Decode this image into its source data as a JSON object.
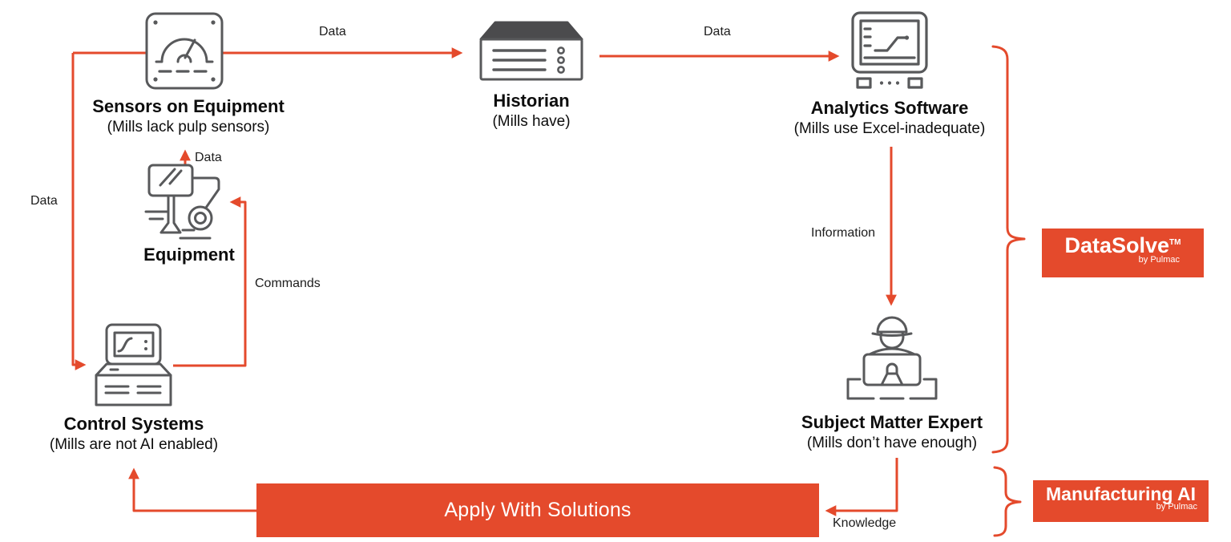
{
  "diagram": {
    "nodes": {
      "sensors": {
        "title": "Sensors on Equipment",
        "subtitle": "(Mills lack pulp sensors)"
      },
      "historian": {
        "title": "Historian",
        "subtitle": "(Mills have)"
      },
      "analytics": {
        "title": "Analytics Software",
        "subtitle": "(Mills use Excel-inadequate)"
      },
      "equipment": {
        "title": "Equipment"
      },
      "control": {
        "title": "Control Systems",
        "subtitle": "(Mills are not AI enabled)"
      },
      "sme": {
        "title": "Subject Matter Expert",
        "subtitle": "(Mills don’t have enough)"
      }
    },
    "edges": {
      "sensors_to_historian": "Data",
      "historian_to_analytics": "Data",
      "sensors_to_control": "Data",
      "equipment_to_sensors": "Data",
      "control_to_equipment": "Commands",
      "analytics_to_sme": "Information",
      "sme_to_solutions": "Knowledge"
    },
    "banner": {
      "label": "Apply With Solutions"
    },
    "badges": {
      "datasolve": {
        "title": "DataSolve",
        "tm": "TM",
        "byline": "by Pulmac"
      },
      "manufacturing_ai": {
        "title": "Manufacturing AI",
        "byline": "by Pulmac"
      }
    },
    "colors": {
      "accent": "#E44A2C",
      "icon_stroke": "#58595B",
      "icon_dark_fill": "#4B4B4D",
      "text": "#111111",
      "banner_text": "#FFFFFF"
    }
  }
}
